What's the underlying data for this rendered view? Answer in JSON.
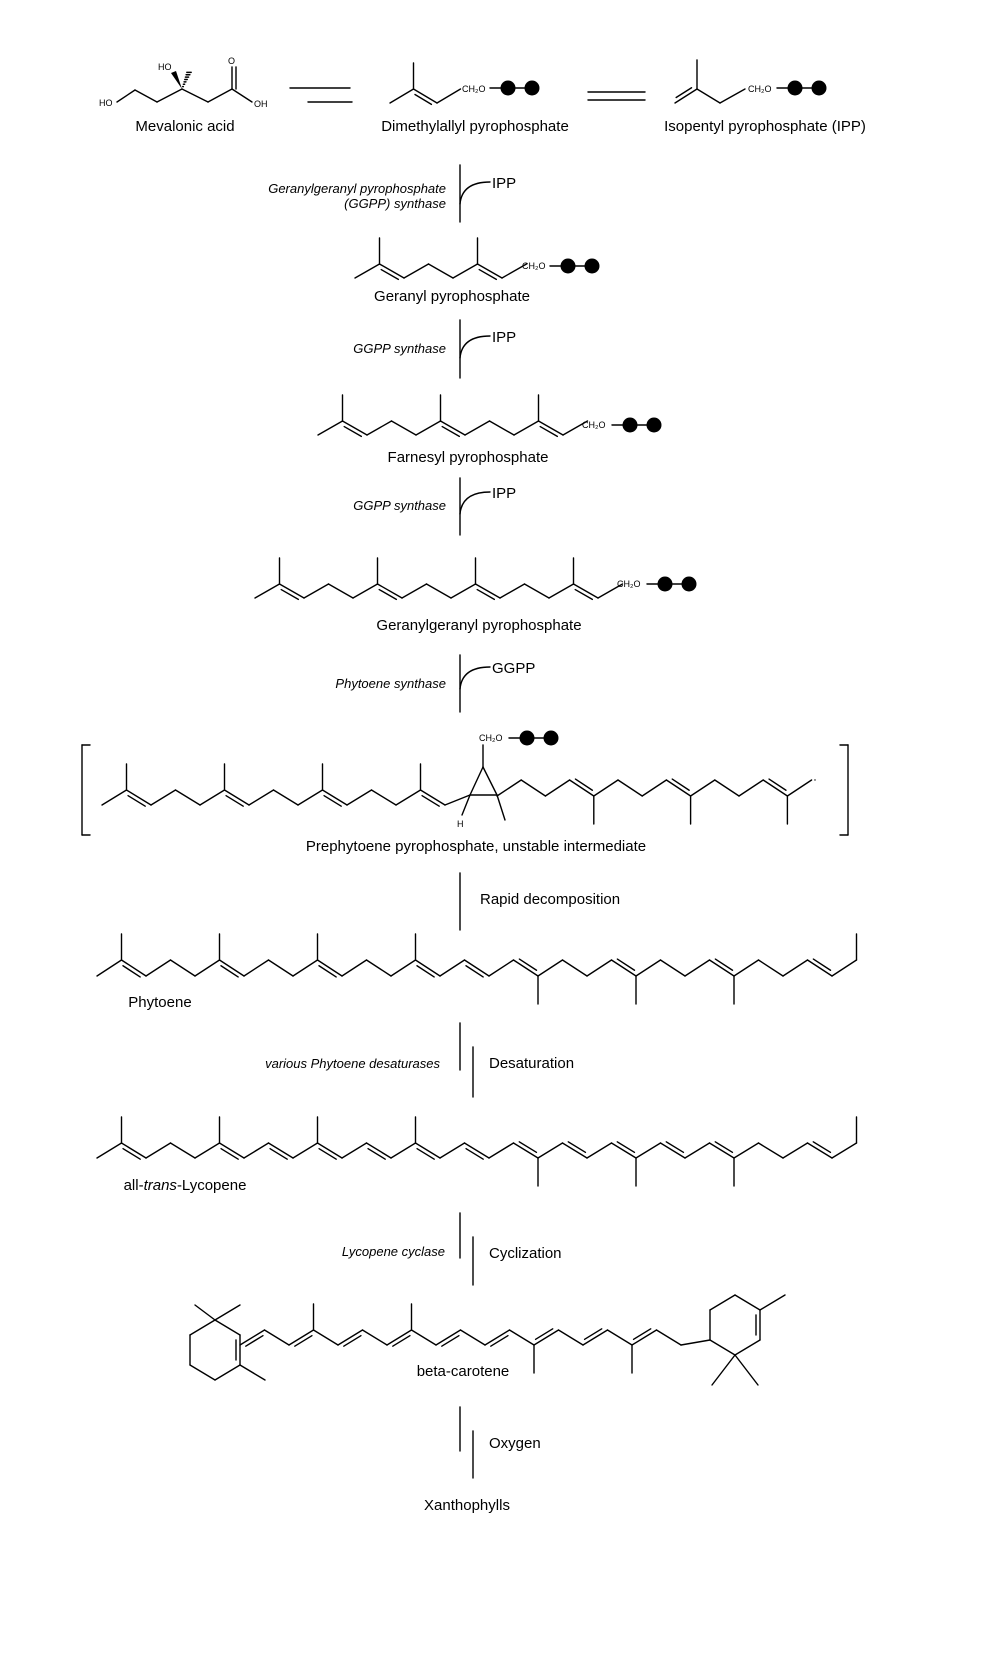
{
  "compounds": {
    "mevalonic": "Mevalonic acid",
    "dmapp": "Dimethylallyl pyrophosphate",
    "ipp": "Isopentyl pyrophosphate (IPP)",
    "geranyl": "Geranyl pyrophosphate",
    "farnesyl": "Farnesyl pyrophosphate",
    "ggpp": "Geranylgeranyl pyrophosphate",
    "prephytoene": "Prephytoene pyrophosphate, unstable intermediate",
    "phytoene": "Phytoene",
    "lycopene": {
      "prefix": "all-",
      "italic": "trans",
      "suffix": "-Lycopene"
    },
    "betacarotene": "beta-carotene",
    "xanthophylls": "Xanthophylls"
  },
  "atoms": {
    "ho": "HO",
    "oh": "OH",
    "o": "O",
    "ch2o": "CH₂O",
    "h": "H"
  },
  "steps": [
    {
      "enzyme": [
        "Geranylgeranyl pyrophosphate",
        "(GGPP) synthase"
      ],
      "substrate": "IPP"
    },
    {
      "enzyme": [
        "GGPP synthase"
      ],
      "substrate": "IPP"
    },
    {
      "enzyme": [
        "GGPP synthase"
      ],
      "substrate": "IPP"
    },
    {
      "enzyme": [
        "Phytoene synthase"
      ],
      "substrate": "GGPP"
    },
    {
      "process": "Rapid decomposition"
    },
    {
      "enzyme": [
        "various Phytoene desaturases"
      ],
      "process": "Desaturation"
    },
    {
      "enzyme": [
        "Lycopene cyclase"
      ],
      "process": "Cyclization"
    },
    {
      "process": "Oxygen"
    }
  ]
}
